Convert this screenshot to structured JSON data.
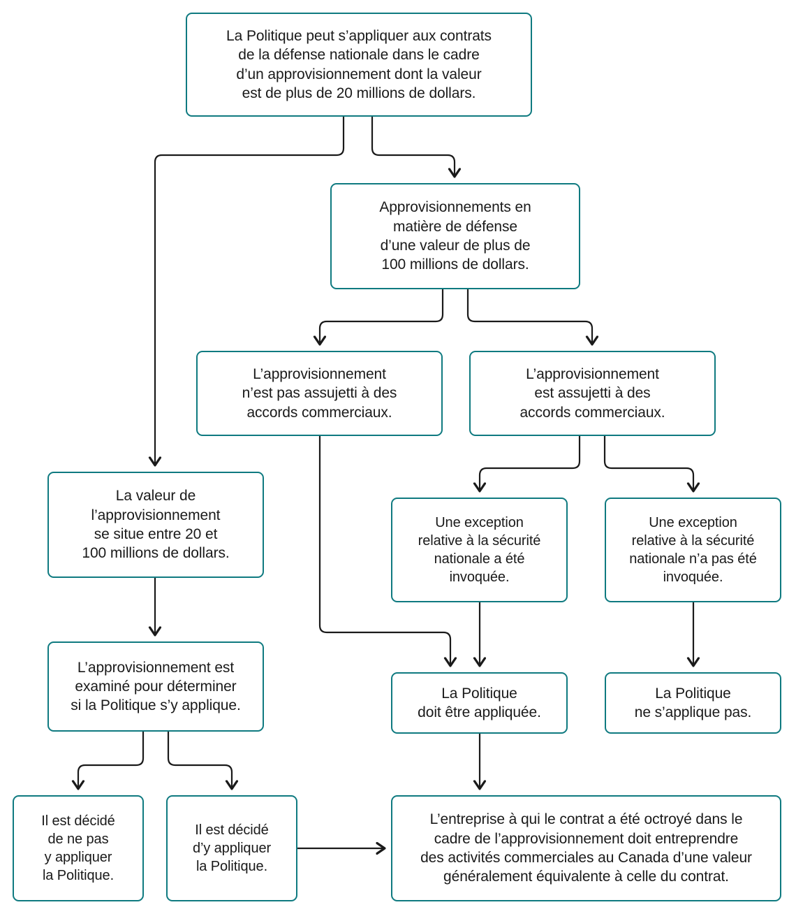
{
  "diagram": {
    "title": "Arbre de decision - application de la Politique aux contrats de la defense nationale",
    "accent_color": "#0f7a80",
    "connector_color": "#1a1a1a",
    "background_color": "#ffffff",
    "text_color": "#1a1a1a"
  },
  "nodes": {
    "root": "La Politique peut s’appliquer aux contrats\nde la défense nationale dans le cadre\nd’un approvisionnement dont la valeur\nest de plus de 20 millions de dollars.",
    "defense_100": "Approvisionnements en\nmatière de défense\nd’une valeur de plus de\n100 millions de dollars.",
    "not_trade_agreements": "L’approvisionnement\nn’est pas assujetti à des\naccords commerciaux.",
    "trade_agreements": "L’approvisionnement\nest assujetti à des\naccords commerciaux.",
    "value_between": "La valeur de\nl’approvisionnement\nse situe entre 20 et\n100 millions de dollars.",
    "exception_invoked": "Une exception\nrelative à la sécurité\nnationale a été\ninvoquée.",
    "exception_not_invoked": "Une exception\nrelative à la sécurité\nnationale n’a pas été\ninvoquée.",
    "examined": "L’approvisionnement est\nexaminé pour déterminer\nsi la Politique s’y applique.",
    "policy_must_apply": "La Politique\ndoit être appliquée.",
    "policy_not_apply": "La Politique\nne s’applique pas.",
    "decided_not_apply": "Il est décidé\nde ne pas\ny appliquer\nla Politique.",
    "decided_apply": "Il est décidé\nd’y appliquer\nla Politique.",
    "final_obligation": "L’entreprise à qui le contrat a été octroyé dans le\ncadre de l’approvisionnement doit entreprendre\ndes activités commerciales au Canada d’une valeur\ngénéralement équivalente à celle du contrat."
  },
  "edges": [
    {
      "from": "root",
      "to": "value_between",
      "style": "elbow-left-arrow"
    },
    {
      "from": "root",
      "to": "defense_100",
      "style": "elbow-right-arrow"
    },
    {
      "from": "defense_100",
      "to": "not_trade_agreements",
      "style": "elbow-left-arrow"
    },
    {
      "from": "defense_100",
      "to": "trade_agreements",
      "style": "elbow-right-arrow"
    },
    {
      "from": "not_trade_agreements",
      "to": "policy_must_apply",
      "style": "elbow-down-right-arrow"
    },
    {
      "from": "trade_agreements",
      "to": "exception_invoked",
      "style": "elbow-left-arrow"
    },
    {
      "from": "trade_agreements",
      "to": "exception_not_invoked",
      "style": "elbow-right-arrow"
    },
    {
      "from": "value_between",
      "to": "examined",
      "style": "straight-down-arrow"
    },
    {
      "from": "exception_invoked",
      "to": "policy_must_apply",
      "style": "straight-down-arrow"
    },
    {
      "from": "exception_not_invoked",
      "to": "policy_not_apply",
      "style": "straight-down-arrow"
    },
    {
      "from": "examined",
      "to": "decided_not_apply",
      "style": "elbow-left-arrow"
    },
    {
      "from": "examined",
      "to": "decided_apply",
      "style": "elbow-right-arrow"
    },
    {
      "from": "policy_must_apply",
      "to": "final_obligation",
      "style": "straight-down-arrow"
    },
    {
      "from": "decided_apply",
      "to": "final_obligation",
      "style": "straight-right-arrow"
    }
  ]
}
